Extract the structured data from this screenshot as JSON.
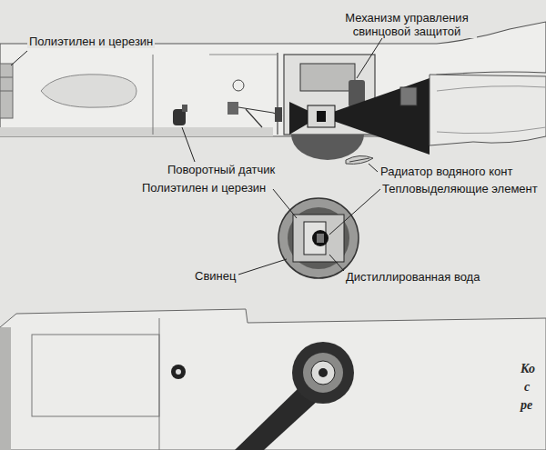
{
  "diagram": {
    "labels": [
      "Полиэтилен и церезин",
      "Механизм управления свинцовой защитой",
      "Поворотный датчик",
      "Радиатор водяного конт",
      "Полиэтилен и церезин",
      "Тепловыделяющие элемент",
      "Свинец",
      "Дистиллированная вода",
      "Ко",
      "с",
      "ре"
    ]
  }
}
